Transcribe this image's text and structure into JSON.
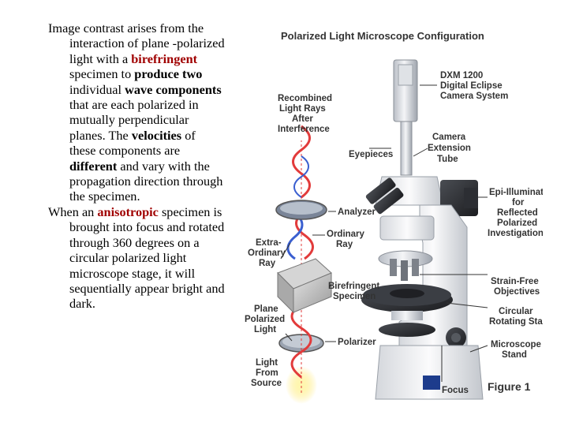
{
  "text": {
    "p1": {
      "s1": "Image contrast arises from the interaction of plane -polarized light with a ",
      "birefringent": "birefringent",
      "s2": " specimen to ",
      "produce_two": "produce two",
      "s3": " individual ",
      "wave": "wave",
      "s4": " ",
      "components": "components",
      "s5": " that are each polarized in mutually perpendicular planes. The ",
      "velocities": "velocities",
      "s6": " of these components are ",
      "different": "different",
      "s7": " and vary with the propagation direction through the specimen."
    },
    "p2": {
      "s1": "When an ",
      "anisotropic": "anisotropic",
      "s2": " specimen is brought into focus and rotated through 360 degrees on a circular polarized light microscope stage, it will sequentially appear bright and dark."
    }
  },
  "figure": {
    "title": "Polarized Light Microscope Configuration",
    "labels": {
      "camera_1": "DXM 1200",
      "camera_2": "Digital Eclipse",
      "camera_3": "Camera System",
      "recomb_1": "Recombined",
      "recomb_2": "Light Rays",
      "recomb_3": "After",
      "recomb_4": "Interference",
      "eyepieces": "Eyepieces",
      "ext_1": "Camera",
      "ext_2": "Extension",
      "ext_3": "Tube",
      "epi_1": "Epi-Illuminator",
      "epi_2": "for",
      "epi_3": "Reflected",
      "epi_4": "Polarized",
      "epi_5": "Investigations",
      "analyzer": "Analyzer",
      "ordinary_1": "Ordinary",
      "ordinary_2": "Ray",
      "extra_1": "Extra-",
      "extra_2": "Ordinary",
      "extra_3": "Ray",
      "biref_1": "Birefringent",
      "biref_2": "Specimen",
      "strain_1": "Strain-Free",
      "strain_2": "Objectives",
      "plane_1": "Plane",
      "plane_2": "Polarized",
      "plane_3": "Light",
      "circular_1": "Circular",
      "circular_2": "Rotating Stage",
      "polarizer": "Polarizer",
      "stand_1": "Microscope",
      "stand_2": "Stand",
      "source_1": "Light",
      "source_2": "From",
      "source_3": "Source",
      "focus": "Focus",
      "figure_num": "Figure 1"
    }
  }
}
